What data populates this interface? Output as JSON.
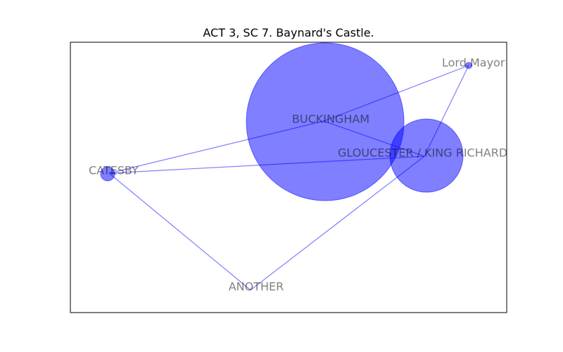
{
  "title": "ACT 3, SC 7. Baynard's Castle.",
  "colors": {
    "node_fill": "#0000ff",
    "node_fill_opacity": 0.5,
    "edge_stroke": "#0000ff",
    "edge_opacity": 0.5,
    "label": "#000000",
    "label_opacity": 0.5,
    "frame": "#000000"
  },
  "nodes": [
    {
      "id": "buckingham",
      "label": "BUCKINGHAM"
    },
    {
      "id": "gloucester",
      "label": "GLOUCESTER / KING RICHARD"
    },
    {
      "id": "catesby",
      "label": "CATESBY"
    },
    {
      "id": "lord-mayor",
      "label": "Lord Mayor"
    },
    {
      "id": "another",
      "label": "ANOTHER"
    }
  ],
  "edges": [
    {
      "source": "buckingham",
      "target": "gloucester"
    },
    {
      "source": "buckingham",
      "target": "catesby"
    },
    {
      "source": "buckingham",
      "target": "lord-mayor"
    },
    {
      "source": "gloucester",
      "target": "catesby"
    },
    {
      "source": "gloucester",
      "target": "lord-mayor"
    },
    {
      "source": "gloucester",
      "target": "another"
    },
    {
      "source": "catesby",
      "target": "another"
    }
  ]
}
